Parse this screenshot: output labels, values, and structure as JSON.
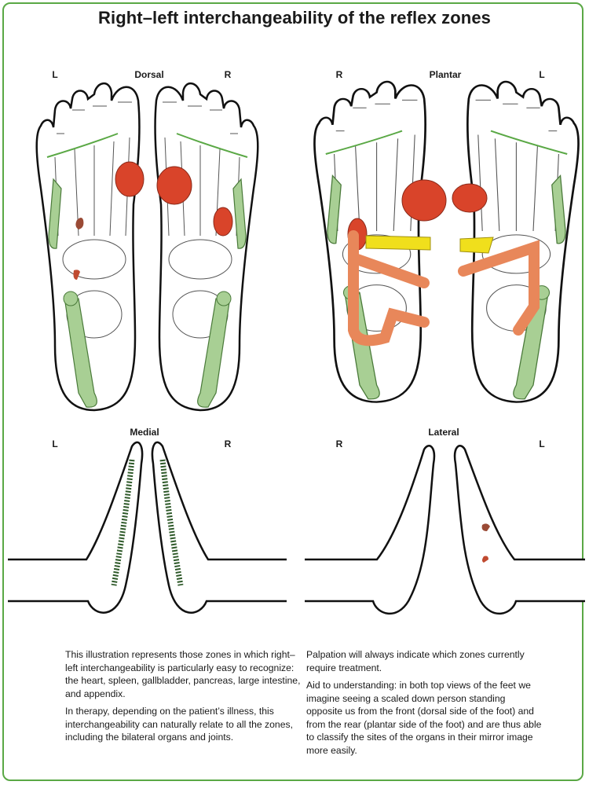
{
  "title": "Right–left interchangeability of the reflex zones",
  "views": {
    "dorsal": {
      "label": "Dorsal",
      "left": "L",
      "right": "R"
    },
    "plantar": {
      "label": "Plantar",
      "left": "R",
      "right": "L"
    },
    "medial": {
      "label": "Medial",
      "left": "L",
      "right": "R"
    },
    "lateral": {
      "label": "Lateral",
      "left": "R",
      "right": "L"
    }
  },
  "colors": {
    "border": "#5aa845",
    "heart": "#d9442a",
    "pancreas": "#f0df1c",
    "intestine": "#e8875a",
    "bone": "#8dc07a",
    "gallbladder": "#9a4a35"
  },
  "text": {
    "left": [
      "This illustration represents those zones in which right–left interchangeability is particularly easy to recognize: the heart, spleen, gallbladder, pancreas, large intestine, and appendix.",
      "In therapy, depending on the patient’s illness, this interchangeability can naturally relate to all the zones, including the bilateral organs and joints."
    ],
    "right": [
      "Palpation will always indicate which zones currently require treatment.",
      "Aid to understanding: in both top views of the feet we imagine seeing a scaled down person standing opposite us from the front (dorsal side of the foot) and from the rear (plantar side of the foot) and are thus able to classify the sites of the organs in their mirror image more easily."
    ]
  }
}
